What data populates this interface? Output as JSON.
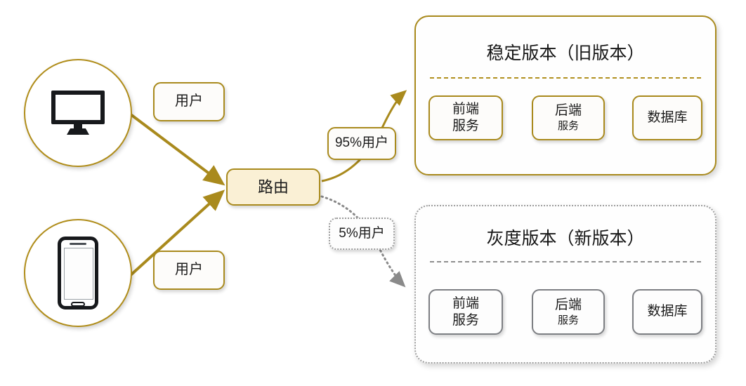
{
  "diagram": {
    "title_hidden": "",
    "colors": {
      "gold": "#a98a1d",
      "gold_dark": "#b08d1a",
      "gray": "#8e8e8e",
      "router_fill": "#faf0d5",
      "text": "#1b1b1b"
    },
    "clients": [
      {
        "id": "desktop",
        "icon": "desktop-monitor-icon",
        "label": "用户"
      },
      {
        "id": "mobile",
        "icon": "smartphone-icon",
        "label": "用户"
      }
    ],
    "router": {
      "label": "路由"
    },
    "traffic_splits": [
      {
        "id": "stable",
        "label": "95%用户",
        "style": "solid-gold"
      },
      {
        "id": "canary",
        "label": "5%用户",
        "style": "dotted-gray"
      }
    ],
    "panels": [
      {
        "id": "stable",
        "title": "稳定版本（旧版本）",
        "style": "solid-gold",
        "services": [
          {
            "id": "frontend",
            "line1": "前端",
            "line2": "服务",
            "emphasis": "equal"
          },
          {
            "id": "backend",
            "line1": "后端",
            "line2": "服务",
            "emphasis": "first"
          },
          {
            "id": "database",
            "line1": "数据库",
            "line2": "",
            "emphasis": "single"
          }
        ]
      },
      {
        "id": "canary",
        "title": "灰度版本（新版本）",
        "style": "dotted-gray",
        "services": [
          {
            "id": "frontend",
            "line1": "前端",
            "line2": "服务",
            "emphasis": "equal"
          },
          {
            "id": "backend",
            "line1": "后端",
            "line2": "服务",
            "emphasis": "first"
          },
          {
            "id": "database",
            "line1": "数据库",
            "line2": "",
            "emphasis": "single"
          }
        ]
      }
    ]
  }
}
